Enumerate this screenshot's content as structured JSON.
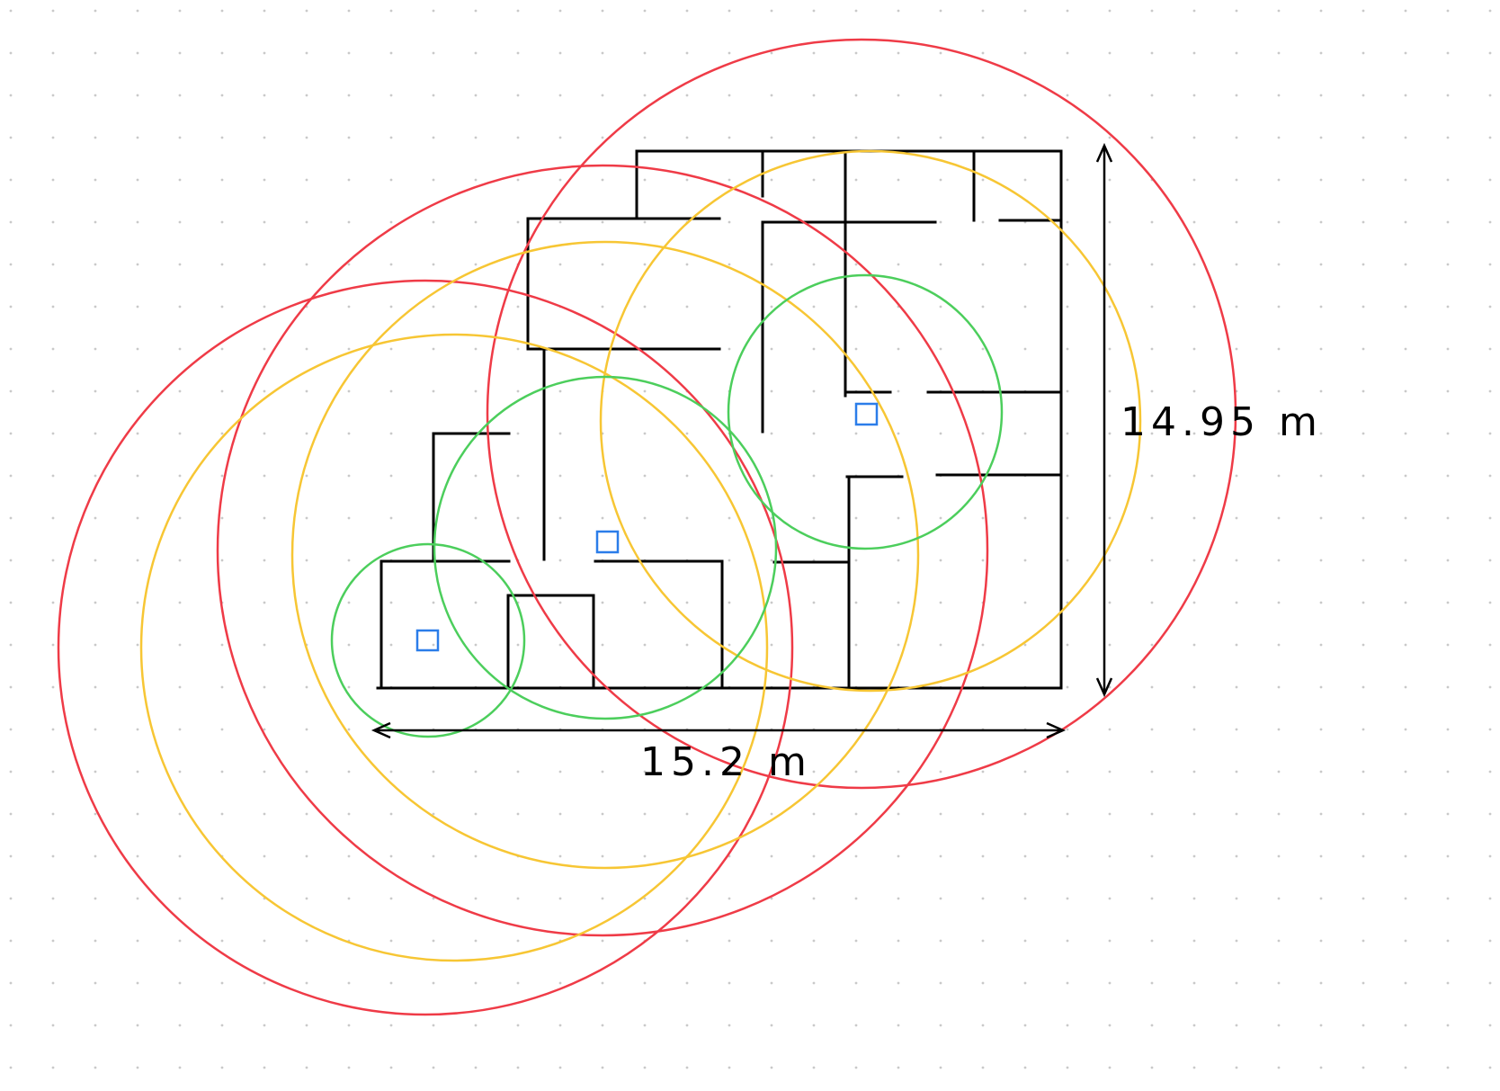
{
  "drawing": {
    "background": "#ffffff",
    "grid_dot_color": "#c9c9c9",
    "wall_color": "#000000",
    "ring_colors": {
      "outer": "#ef3b47",
      "middle": "#f7c634",
      "inner": "#4cce5c"
    },
    "access_point_color": "#2b7de9",
    "access_point_icon": "square-outline-icon",
    "access_points": [
      {
        "id": "ap-1"
      },
      {
        "id": "ap-2"
      },
      {
        "id": "ap-3"
      }
    ],
    "dimensions": {
      "width_label": "15.2 m",
      "height_label": "14.95 m"
    }
  }
}
